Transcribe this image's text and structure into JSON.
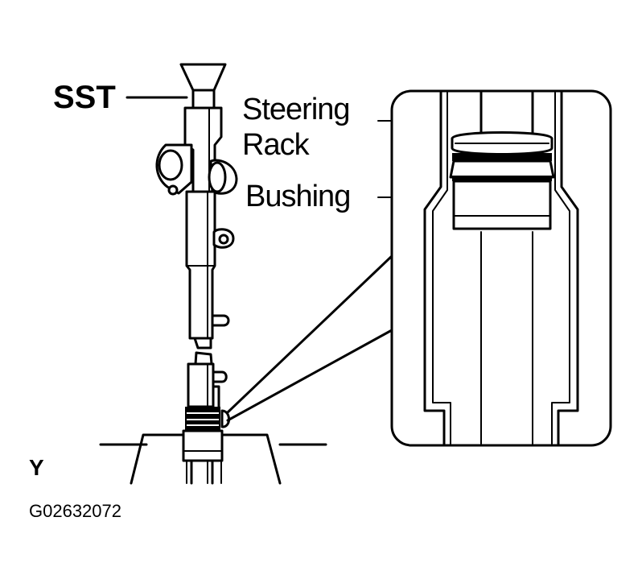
{
  "labels": {
    "sst": "SST",
    "steering_line1": "Steering",
    "steering_line2": "Rack",
    "bushing": "Bushing",
    "view": "Y",
    "figure_code": "G02632072"
  },
  "colors": {
    "ink": "#000000",
    "paper": "#ffffff"
  }
}
